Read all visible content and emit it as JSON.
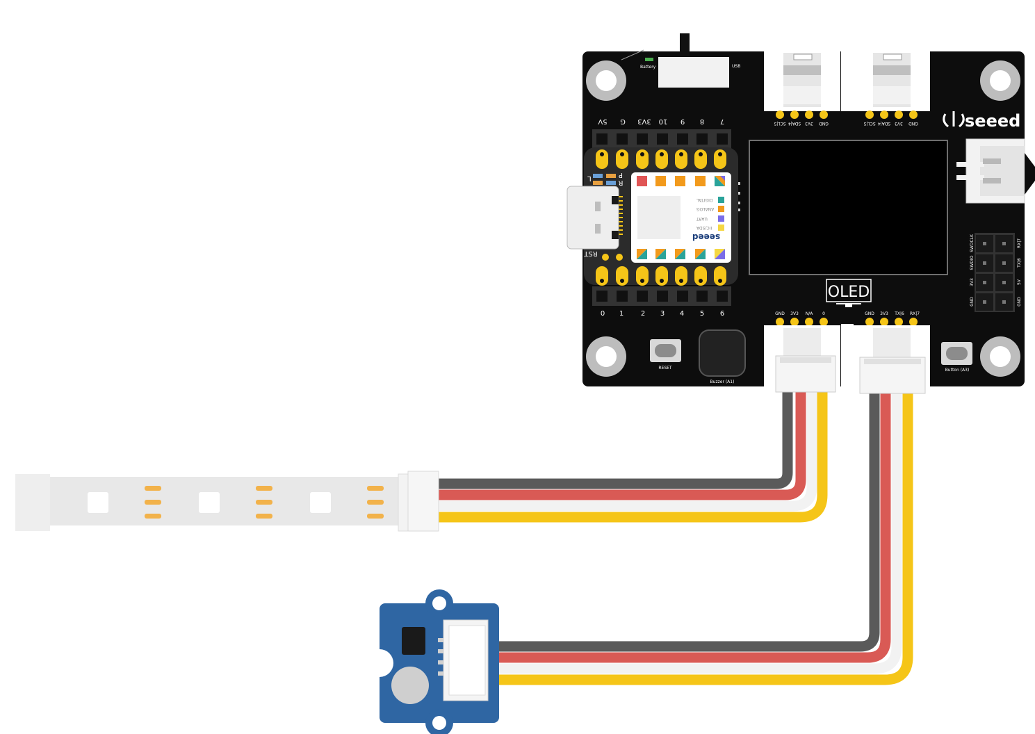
{
  "board": {
    "brand": "seeed",
    "battery_label": "Battery",
    "usb_label": "USB",
    "oled_label": "OLED",
    "reset_label": "RESET",
    "rst_label": "RST",
    "buzzer_label": "Buzzer (A1)",
    "button_label": "Button (A3)",
    "top_pins": [
      "5V",
      "G",
      "3V3",
      "10",
      "9",
      "8",
      "7"
    ],
    "bottom_pins": [
      "0",
      "1",
      "2",
      "3",
      "4",
      "5",
      "6"
    ],
    "grove_top_left_pins": [
      "SCL|5",
      "SDA|4",
      "3V3",
      "GND"
    ],
    "grove_top_right_pins": [
      "SCL|5",
      "SDA|4",
      "3V3",
      "GND"
    ],
    "grove_bottom_left_pins": [
      "GND",
      "3V3",
      "N/A",
      "0"
    ],
    "grove_bottom_right_pins": [
      "GND",
      "3V3",
      "TX|6",
      "RX|7"
    ],
    "swd_left_pins": [
      "SWDCLK",
      "SWDIO",
      "3V3",
      "GND"
    ],
    "swd_right_pins": [
      "RX|7",
      "TX|6",
      "5V",
      "GND"
    ],
    "xiao_legend": [
      "DIGITAL",
      "ANALOG",
      "UART",
      "IIC/SDA"
    ],
    "xiao_brand": "seeed",
    "led_labels": [
      "L",
      "P",
      "R"
    ]
  },
  "colors": {
    "board": "#0d0d0d",
    "pad": "#f5c518",
    "wire_black": "#5a5a5a",
    "wire_red": "#d95a55",
    "wire_white": "#f2f2f2",
    "wire_yellow": "#f5c518",
    "sensor_blue": "#2f66a3",
    "led_strip": "#e8e8e8",
    "led_dot": "#f2b24a"
  }
}
